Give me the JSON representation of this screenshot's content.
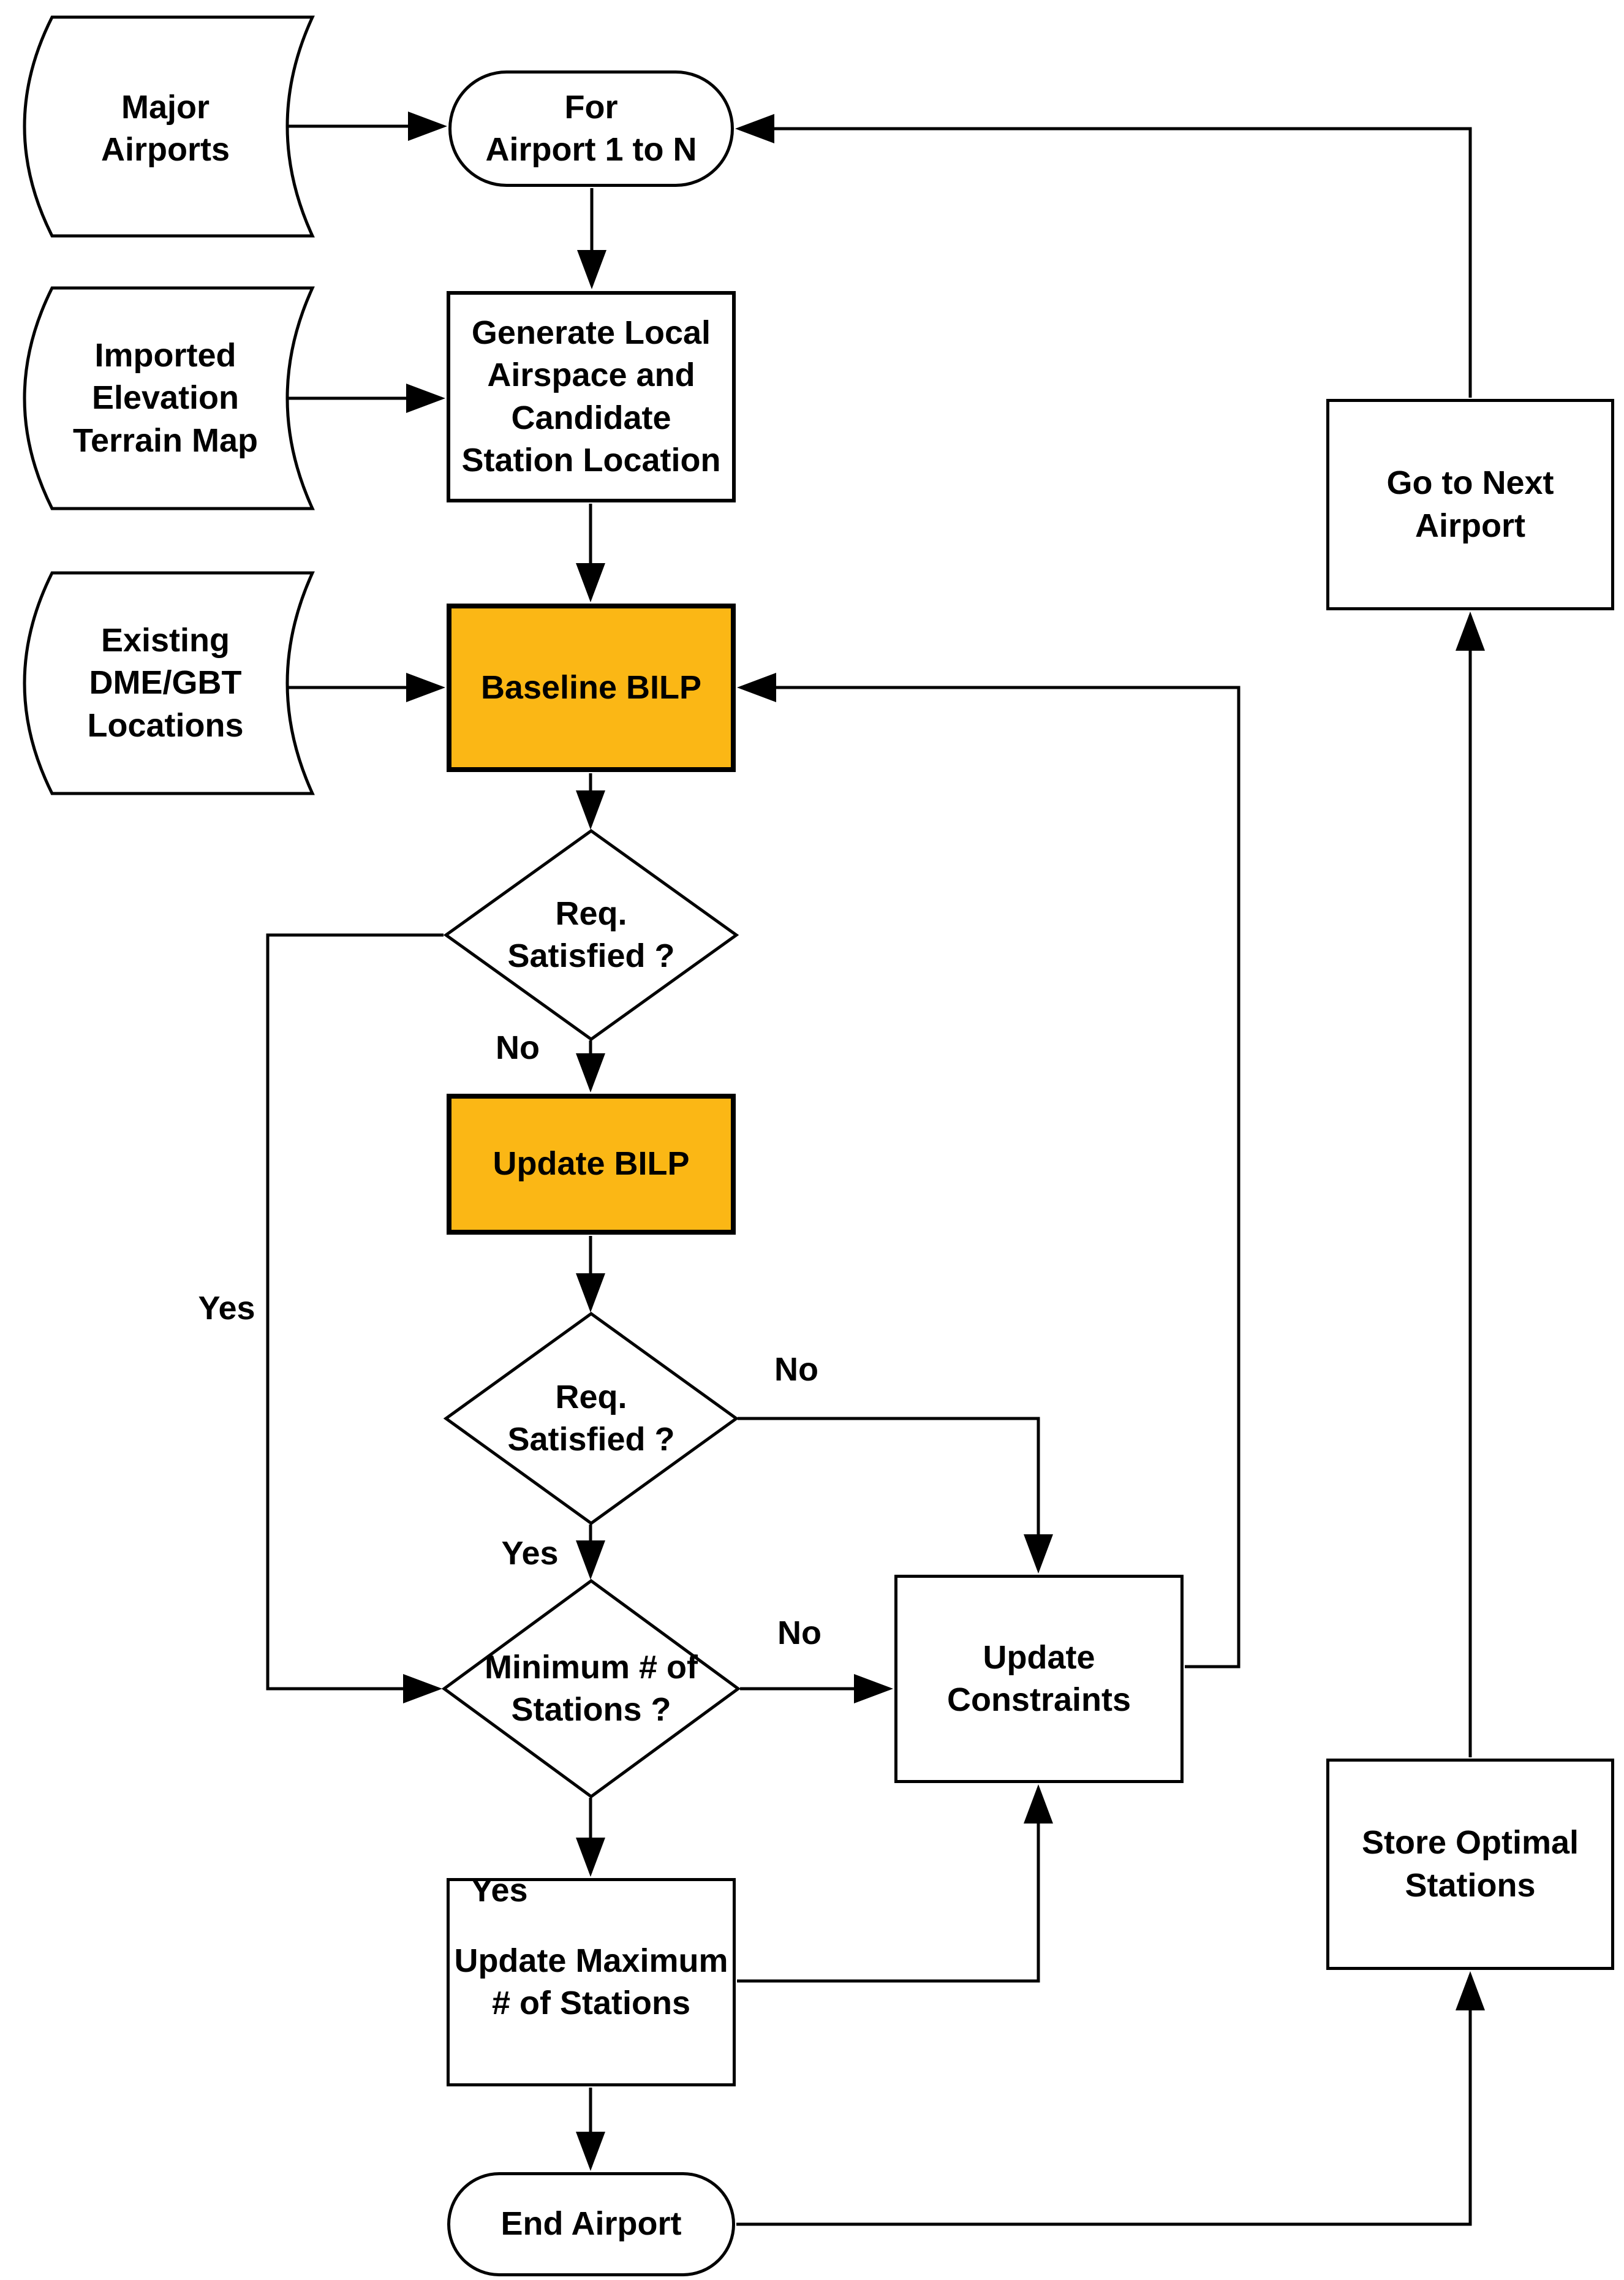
{
  "nodes": {
    "major_airports": {
      "label": "Major\nAirports"
    },
    "for_airport": {
      "label": "For\nAirport 1 to N"
    },
    "imported_terrain": {
      "label": "Imported\nElevation\nTerrain Map"
    },
    "generate_local": {
      "label": "Generate Local\nAirspace and\nCandidate\nStation Location"
    },
    "existing_dme": {
      "label": "Existing\nDME/GBT\nLocations"
    },
    "baseline_bilp": {
      "label": "Baseline BILP"
    },
    "req_satisfied_1": {
      "label": "Req.\nSatisfied ?"
    },
    "update_bilp": {
      "label": "Update BILP"
    },
    "req_satisfied_2": {
      "label": "Req.\nSatisfied ?"
    },
    "min_stations": {
      "label": "Minimum # of\nStations ?"
    },
    "update_constraints": {
      "label": "Update\nConstraints"
    },
    "update_max_stations": {
      "label": "Update Maximum\n# of Stations"
    },
    "end_airport": {
      "label": "End Airport"
    },
    "go_next_airport": {
      "label": "Go to Next\nAirport"
    },
    "store_optimal": {
      "label": "Store Optimal\nStations"
    }
  },
  "branch_labels": {
    "req1_no": "No",
    "req1_yes": "Yes",
    "req2_no": "No",
    "req2_yes": "Yes",
    "min_no": "No",
    "min_yes": "Yes"
  },
  "colors": {
    "highlight_fill": "#FBB715",
    "stroke": "#000000",
    "background": "#FFFFFF"
  }
}
